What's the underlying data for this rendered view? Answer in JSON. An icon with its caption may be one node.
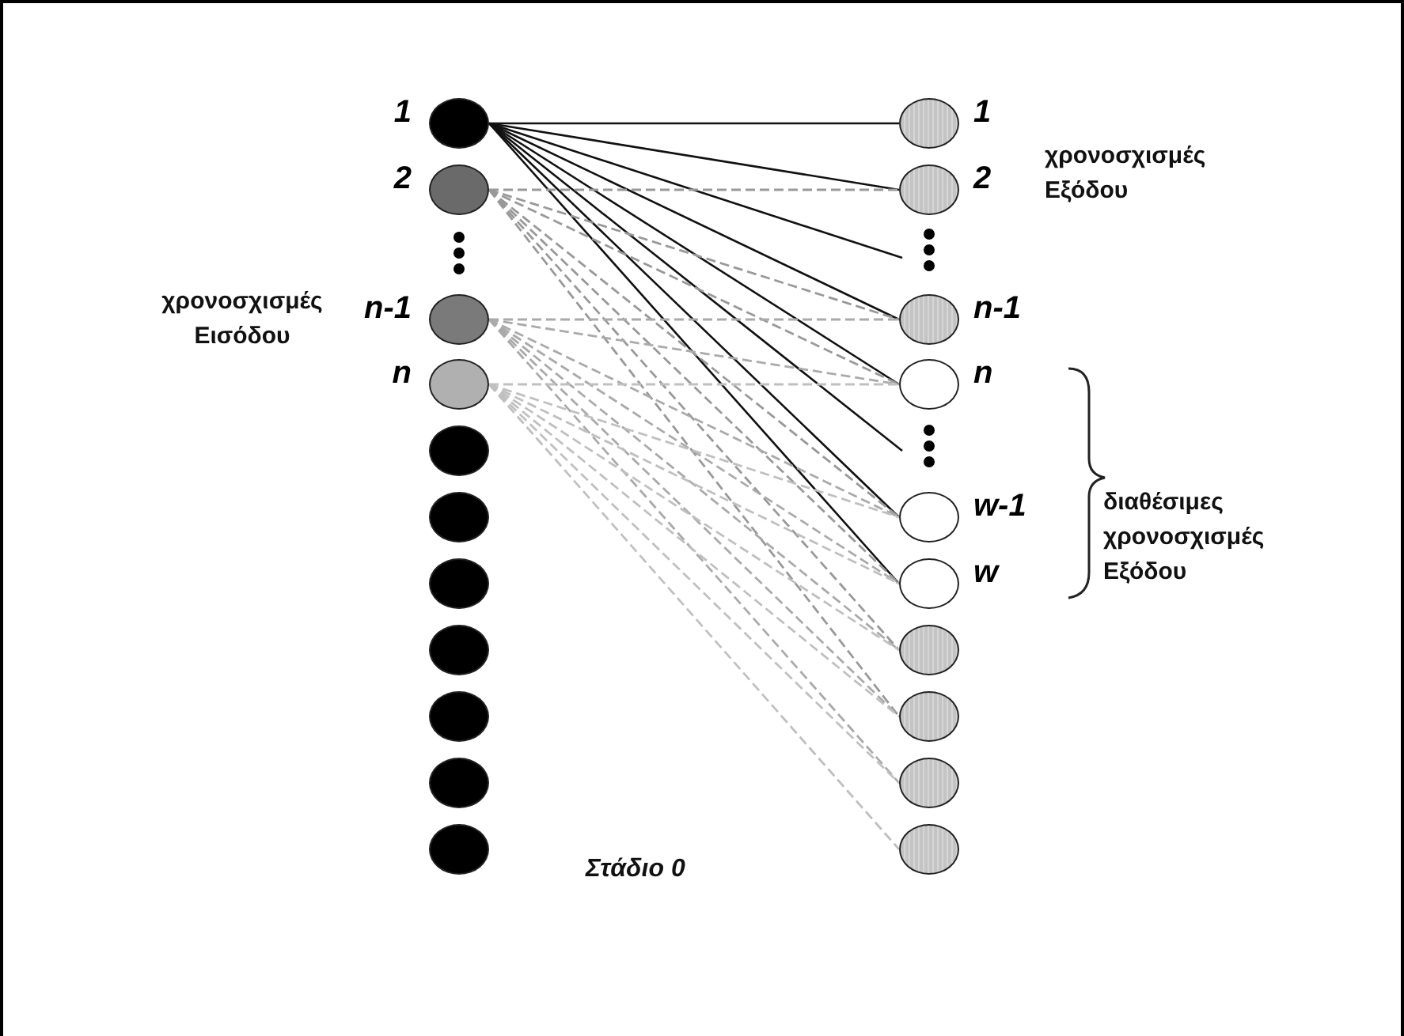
{
  "diagram": {
    "nodes": [
      {
        "text": [],
        "shape": "circle",
        "beside": [
          "1"
        ]
      },
      {
        "text": [],
        "shape": "circle",
        "beside": [
          "2"
        ]
      },
      {
        "text": [],
        "shape": "circle",
        "beside": [
          "n-1"
        ]
      },
      {
        "text": [],
        "shape": "circle",
        "beside": [
          "n"
        ]
      },
      {
        "text": [],
        "shape": "circle"
      },
      {
        "text": [],
        "shape": "circle"
      },
      {
        "text": [],
        "shape": "circle"
      },
      {
        "text": [],
        "shape": "circle"
      },
      {
        "text": [],
        "shape": "circle"
      },
      {
        "text": [],
        "shape": "circle"
      },
      {
        "text": [],
        "shape": "circle"
      },
      {
        "text": [],
        "shape": "circle",
        "beside": [
          "1"
        ]
      },
      {
        "text": [],
        "shape": "circle",
        "beside": [
          "2"
        ]
      },
      {
        "text": [],
        "shape": "circle",
        "beside": [
          "n-1"
        ]
      },
      {
        "text": [],
        "shape": "circle",
        "beside": [
          "n"
        ]
      },
      {
        "text": [],
        "shape": "circle",
        "beside": [
          "w-1"
        ]
      },
      {
        "text": [],
        "shape": "circle",
        "beside": [
          "w"
        ]
      },
      {
        "text": [],
        "shape": "circle"
      },
      {
        "text": [],
        "shape": "circle"
      },
      {
        "text": [],
        "shape": "circle"
      },
      {
        "text": [],
        "shape": "circle"
      }
    ],
    "edges": [
      {
        "from": 0,
        "to": 11,
        "arrow": "none"
      },
      {
        "from": 0,
        "to": 12,
        "arrow": "none"
      },
      {
        "from": 0,
        "to": null,
        "arrow": "none"
      },
      {
        "from": 0,
        "to": 13,
        "arrow": "none"
      },
      {
        "from": 0,
        "to": 14,
        "arrow": "none"
      },
      {
        "from": 0,
        "to": null,
        "arrow": "none"
      },
      {
        "from": 0,
        "to": 15,
        "arrow": "none"
      },
      {
        "from": 0,
        "to": 16,
        "arrow": "none"
      },
      {
        "from": 1,
        "to": 12,
        "arrow": "none",
        "style": "dashed",
        "color": "#999999"
      },
      {
        "from": 1,
        "to": 13,
        "arrow": "none",
        "style": "dashed",
        "color": "#999999"
      },
      {
        "from": 1,
        "to": 14,
        "arrow": "none",
        "style": "dashed",
        "color": "#999999"
      },
      {
        "from": 1,
        "to": 15,
        "arrow": "none",
        "style": "dashed",
        "color": "#999999"
      },
      {
        "from": 1,
        "to": 16,
        "arrow": "none",
        "style": "dashed",
        "color": "#999999"
      },
      {
        "from": 1,
        "to": 17,
        "arrow": "none",
        "style": "dashed",
        "color": "#999999"
      },
      {
        "from": 1,
        "to": 18,
        "arrow": "none",
        "style": "dashed",
        "color": "#999999"
      },
      {
        "from": 2,
        "to": 13,
        "arrow": "none",
        "style": "dashed",
        "color": "#aaaaaa"
      },
      {
        "from": 2,
        "to": 14,
        "arrow": "none",
        "style": "dashed",
        "color": "#aaaaaa"
      },
      {
        "from": 2,
        "to": 15,
        "arrow": "none",
        "style": "dashed",
        "color": "#aaaaaa"
      },
      {
        "from": 2,
        "to": 16,
        "arrow": "none",
        "style": "dashed",
        "color": "#aaaaaa"
      },
      {
        "from": 2,
        "to": 17,
        "arrow": "none",
        "style": "dashed",
        "color": "#aaaaaa"
      },
      {
        "from": 2,
        "to": 18,
        "arrow": "none",
        "style": "dashed",
        "color": "#aaaaaa"
      },
      {
        "from": 2,
        "to": 19,
        "arrow": "none",
        "style": "dashed",
        "color": "#aaaaaa"
      },
      {
        "from": 3,
        "to": 14,
        "arrow": "none",
        "style": "dashed",
        "color": "#c0c0c0"
      },
      {
        "from": 3,
        "to": 15,
        "arrow": "none",
        "style": "dashed",
        "color": "#c0c0c0"
      },
      {
        "from": 3,
        "to": 16,
        "arrow": "none",
        "style": "dashed",
        "color": "#c0c0c0"
      },
      {
        "from": 3,
        "to": 17,
        "arrow": "none",
        "style": "dashed",
        "color": "#c0c0c0"
      },
      {
        "from": 3,
        "to": 18,
        "arrow": "none",
        "style": "dashed",
        "color": "#c0c0c0"
      },
      {
        "from": 3,
        "to": 19,
        "arrow": "none",
        "style": "dashed",
        "color": "#c0c0c0"
      },
      {
        "from": 3,
        "to": 20,
        "arrow": "none",
        "style": "dashed",
        "color": "#c0c0c0"
      }
    ],
    "labels": [
      "χρονοσχισμές Εξόδου",
      "χρονοσχισμές Εισόδου",
      "διαθέσιμες χρονοσχισμές Εξόδου",
      "Στάδιο 0"
    ]
  }
}
